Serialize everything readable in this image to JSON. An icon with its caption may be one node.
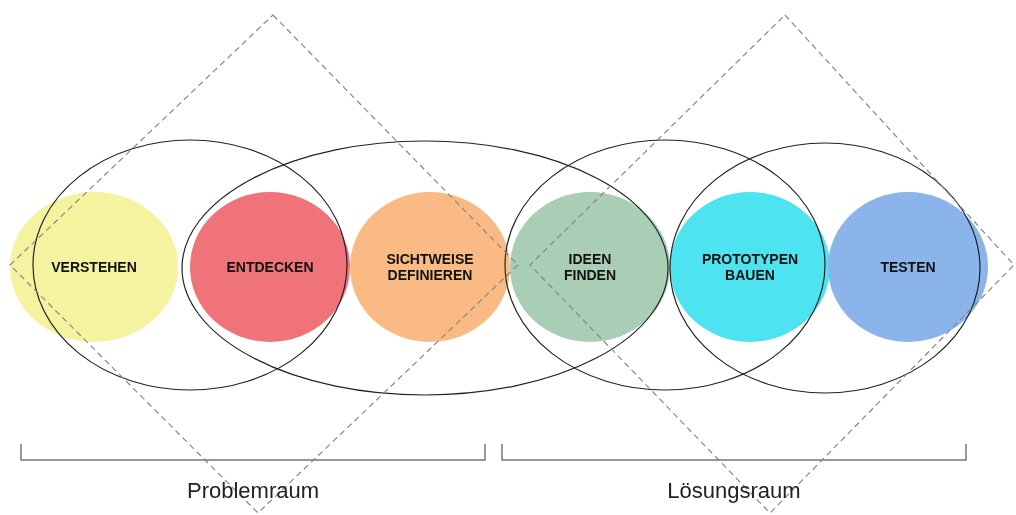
{
  "diagram": {
    "nodes": [
      {
        "text": [
          "VERSTEHEN"
        ]
      },
      {
        "text": [
          "ENTDECKEN"
        ]
      },
      {
        "text": [
          "SICHTWEISE DEFINIEREN"
        ]
      },
      {
        "text": [
          "IDEEN FINDEN"
        ]
      },
      {
        "text": [
          "PROTOTYPEN BAUEN"
        ]
      },
      {
        "text": [
          "TESTEN"
        ]
      }
    ],
    "edges": [],
    "labels": [
      "Problemraum",
      "Lösungsraum"
    ]
  }
}
